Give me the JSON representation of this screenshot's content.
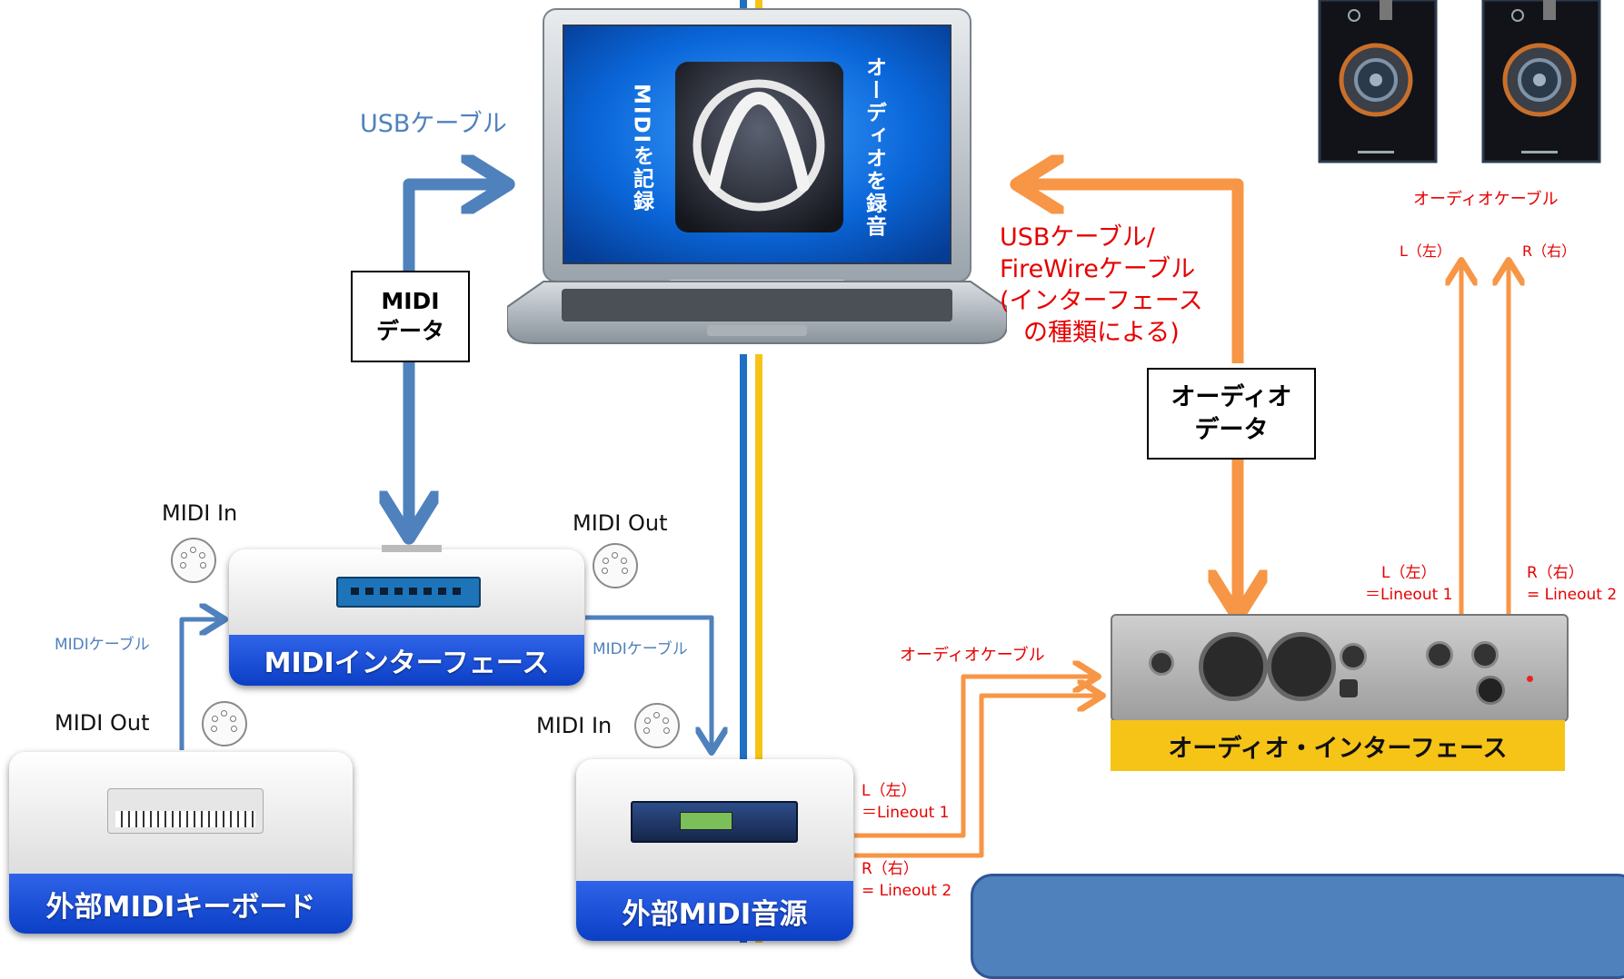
{
  "laptop": {
    "screen_text_left": "MIDIを記録",
    "screen_text_right": "オーディオを録音"
  },
  "midi_path": {
    "usb_label": "USBケーブル",
    "data_box": [
      "MIDI",
      "データ"
    ]
  },
  "audio_path": {
    "cable_label": [
      "USBケーブル/",
      "FireWireケーブル",
      "(インターフェース",
      "の種類による)"
    ],
    "data_box": [
      "オーディオ",
      "データ"
    ]
  },
  "midi_interface": {
    "label": "MIDIインターフェース",
    "in_label": "MIDI In",
    "out_label": "MIDI Out"
  },
  "keyboard": {
    "label": "外部MIDIキーボード",
    "out_label": "MIDI Out",
    "cable_label": "MIDIケーブル"
  },
  "sound_module": {
    "label": "外部MIDI音源",
    "in_label": "MIDI In",
    "cable_label": "MIDIケーブル",
    "out_l": [
      "L（左）",
      "＝Lineout 1"
    ],
    "out_r": [
      "R（右）",
      "= Lineout  2"
    ]
  },
  "audio_interface": {
    "label": "オーディオ・インターフェース",
    "in_cable_label": "オーディオケーブル",
    "out_l": [
      "L（左）",
      "＝Lineout 1"
    ],
    "out_r": [
      "R（右）",
      "= Lineout  2"
    ]
  },
  "speakers": {
    "cable_label": "オーディオケーブル",
    "l_label": "L（左）",
    "r_label": "R（右）"
  },
  "colors": {
    "midi": "#4f81bd",
    "audio": "#f79646",
    "red_text": "#e60000",
    "band_blue": "#1d4fd8",
    "band_yellow": "#f6c417"
  }
}
